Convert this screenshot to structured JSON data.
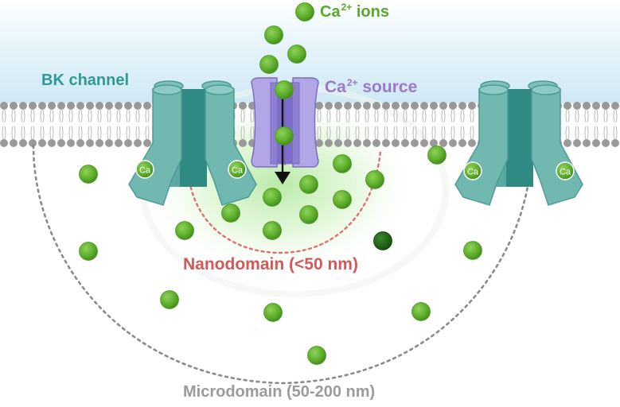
{
  "labels": {
    "ca_ions_prefix": "Ca",
    "ca_ions_sup": "2+",
    "ca_ions_suffix": " ions",
    "bk_channel": "BK channel",
    "source_prefix": "Ca",
    "source_sup": "2+",
    "source_suffix": " source",
    "nanodomain": "Nanodomain (<50 nm)",
    "microdomain": "Microdomain (50-200 nm)",
    "bound_ca": "Ca"
  },
  "colors": {
    "extracellular": "#d4ecf6",
    "membrane_head": "#9a9a9a",
    "bk_channel_light": "#71b8b1",
    "bk_channel_dark": "#2f8a83",
    "ca_source": "#9b8ad8",
    "ca_ion": "#62b22f",
    "ca_ion_dark": "#1f6a16",
    "nanodomain_glow": "#8fdc70",
    "nanodomain_border": "#e0706b",
    "microdomain_border": "#8a8a8a"
  },
  "icons": {
    "influx_arrow": "arrow-down-icon",
    "ion": "ca-ion-icon"
  }
}
